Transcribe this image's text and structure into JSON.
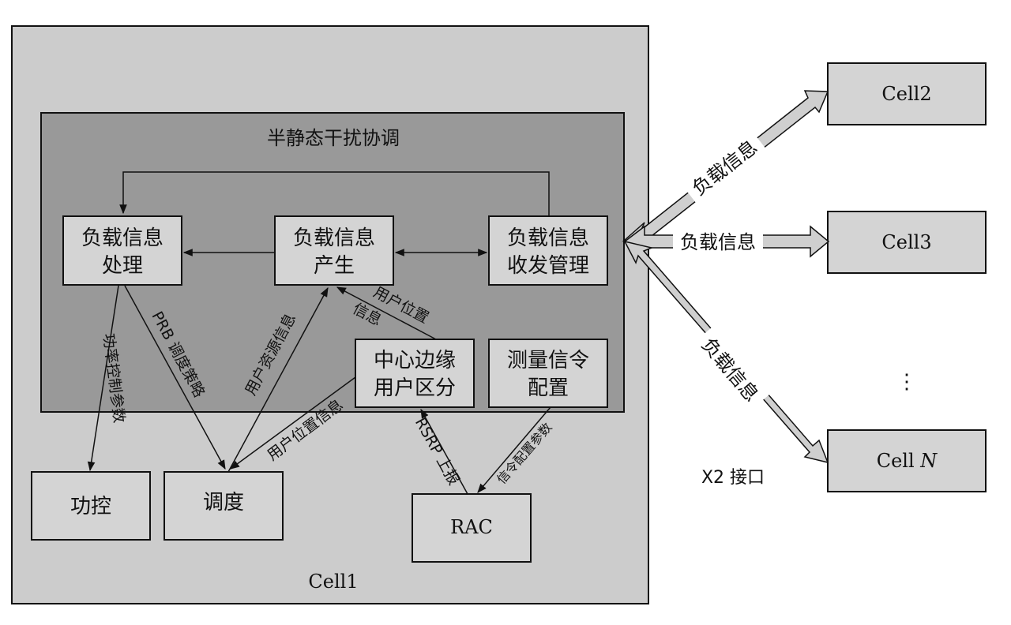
{
  "cell1": {
    "label": "Cell1"
  },
  "inner": {
    "title": "半静态干扰协调"
  },
  "boxes": {
    "load_process": [
      "负载信息",
      "处理"
    ],
    "load_generate": [
      "负载信息",
      "产生"
    ],
    "load_transceive": [
      "负载信息",
      "收发管理"
    ],
    "center_edge": [
      "中心边缘",
      "用户区分"
    ],
    "meas_signal": [
      "测量信令",
      "配置"
    ],
    "power_ctrl": "功控",
    "schedule": "调度",
    "rac": "RAC"
  },
  "edge_labels": {
    "power_ctrl_param": "功率控制参数",
    "prb_policy": "PRB 调度策略",
    "user_resource": "用户资源信息",
    "user_location_info_1": "用户位置",
    "user_location_info_2": "信息",
    "user_location_info_sched": "用户位置信息",
    "rsrp_report": "RSRP 上报",
    "signal_config_param": "信令配置参数"
  },
  "neighbors": {
    "cell2": "Cell2",
    "cell3": "Cell3",
    "cellN_prefix": "Cell ",
    "cellN_italic": "N",
    "ellipsis": "⋮"
  },
  "x2": {
    "load_info": "负载信息",
    "interface_label": "X2 接口"
  },
  "colors": {
    "outer_fill": "#cccccc",
    "inner_fill": "#999999",
    "box_fill": "#d4d4d4",
    "stroke": "#111111",
    "wide_arrow_fill": "#cfcfcf"
  }
}
